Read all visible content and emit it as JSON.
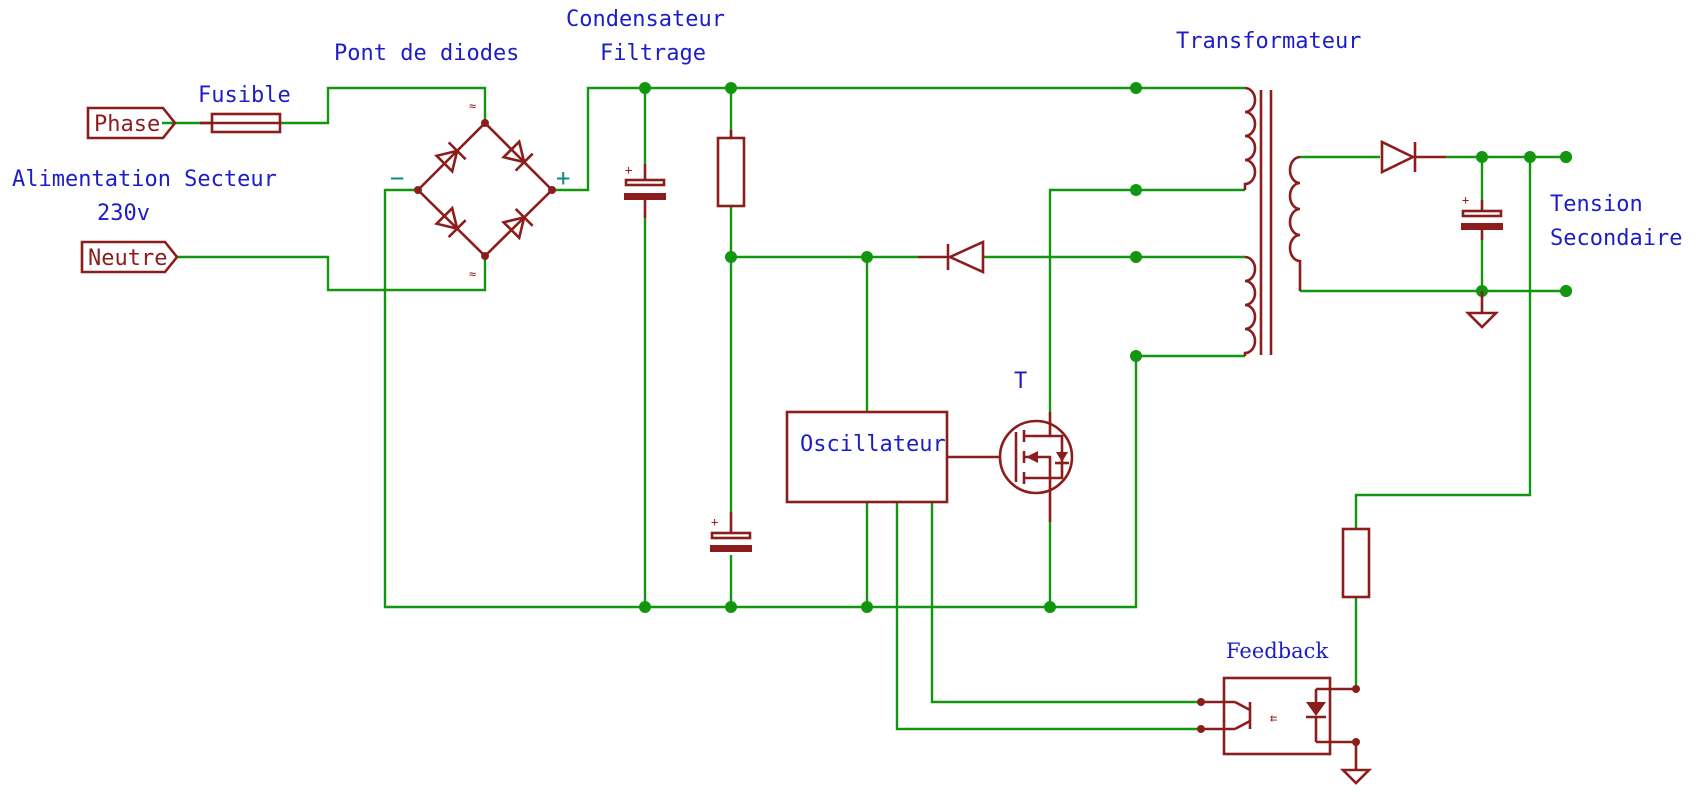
{
  "labels": {
    "phase": "Phase",
    "neutre": "Neutre",
    "fusible": "Fusible",
    "alimentation_line1": "Alimentation Secteur",
    "alimentation_line2": "230v",
    "pont": "Pont de diodes",
    "condensateur_line1": "Condensateur",
    "condensateur_line2": "Filtrage",
    "transformateur": "Transformateur",
    "tension_line1": "Tension",
    "tension_line2": "Secondaire",
    "oscillateur": "Oscillateur",
    "transistor": "T",
    "feedback": "Feedback",
    "minus": "−",
    "plus": "+",
    "ac1": "≈",
    "ac2": "≈",
    "cap_plus": "+"
  },
  "colors": {
    "wire": "#13960f",
    "component": "#8b1d1d",
    "text": "#1d1dc8"
  }
}
